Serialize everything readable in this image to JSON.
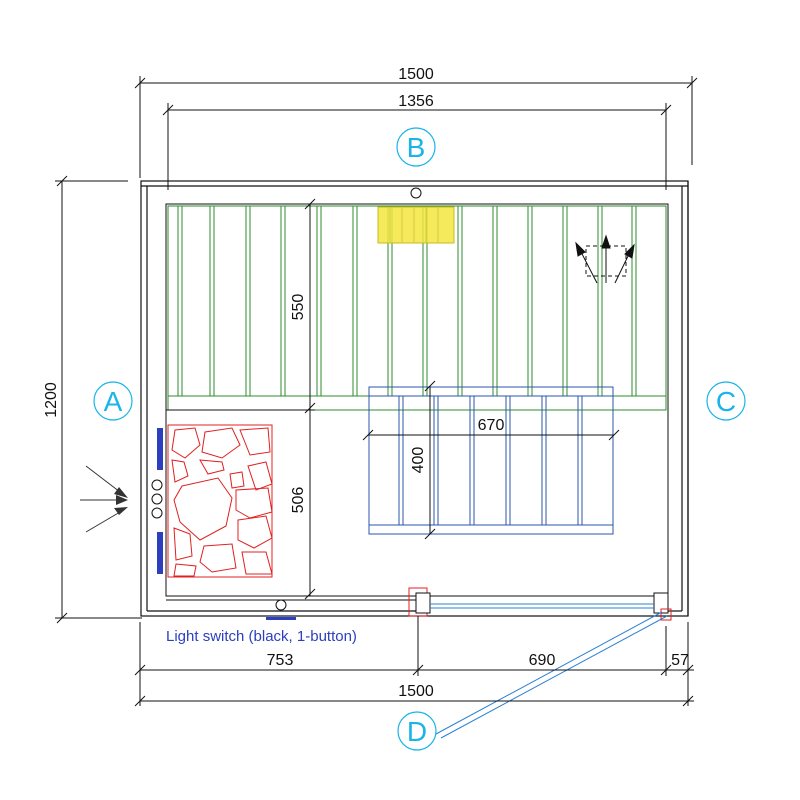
{
  "dimensions": {
    "overall_width_top": "1500",
    "inner_width_top": "1356",
    "overall_depth_left": "1200",
    "bench_depth": "550",
    "heater_zone_depth": "506",
    "lower_bench_width": "670",
    "lower_bench_depth": "400",
    "front_left_segment": "753",
    "door_segment": "690",
    "front_right_segment": "57",
    "overall_width_bottom": "1500"
  },
  "wall_labels": {
    "a": "A",
    "b": "B",
    "c": "C",
    "d": "D"
  },
  "annotations": {
    "light_switch": "Light switch (black, 1-button)"
  },
  "colors": {
    "outline": "#111111",
    "label_accent": "#1ab4e8",
    "upper_bench": "#2e8b2e",
    "lower_bench": "#2b55a8",
    "heater": "#e02020",
    "backrest": "#f2e640",
    "door": "#2a7fd4",
    "fixture": "#2b3fbf",
    "annotation_text": "#2b3fbf"
  }
}
